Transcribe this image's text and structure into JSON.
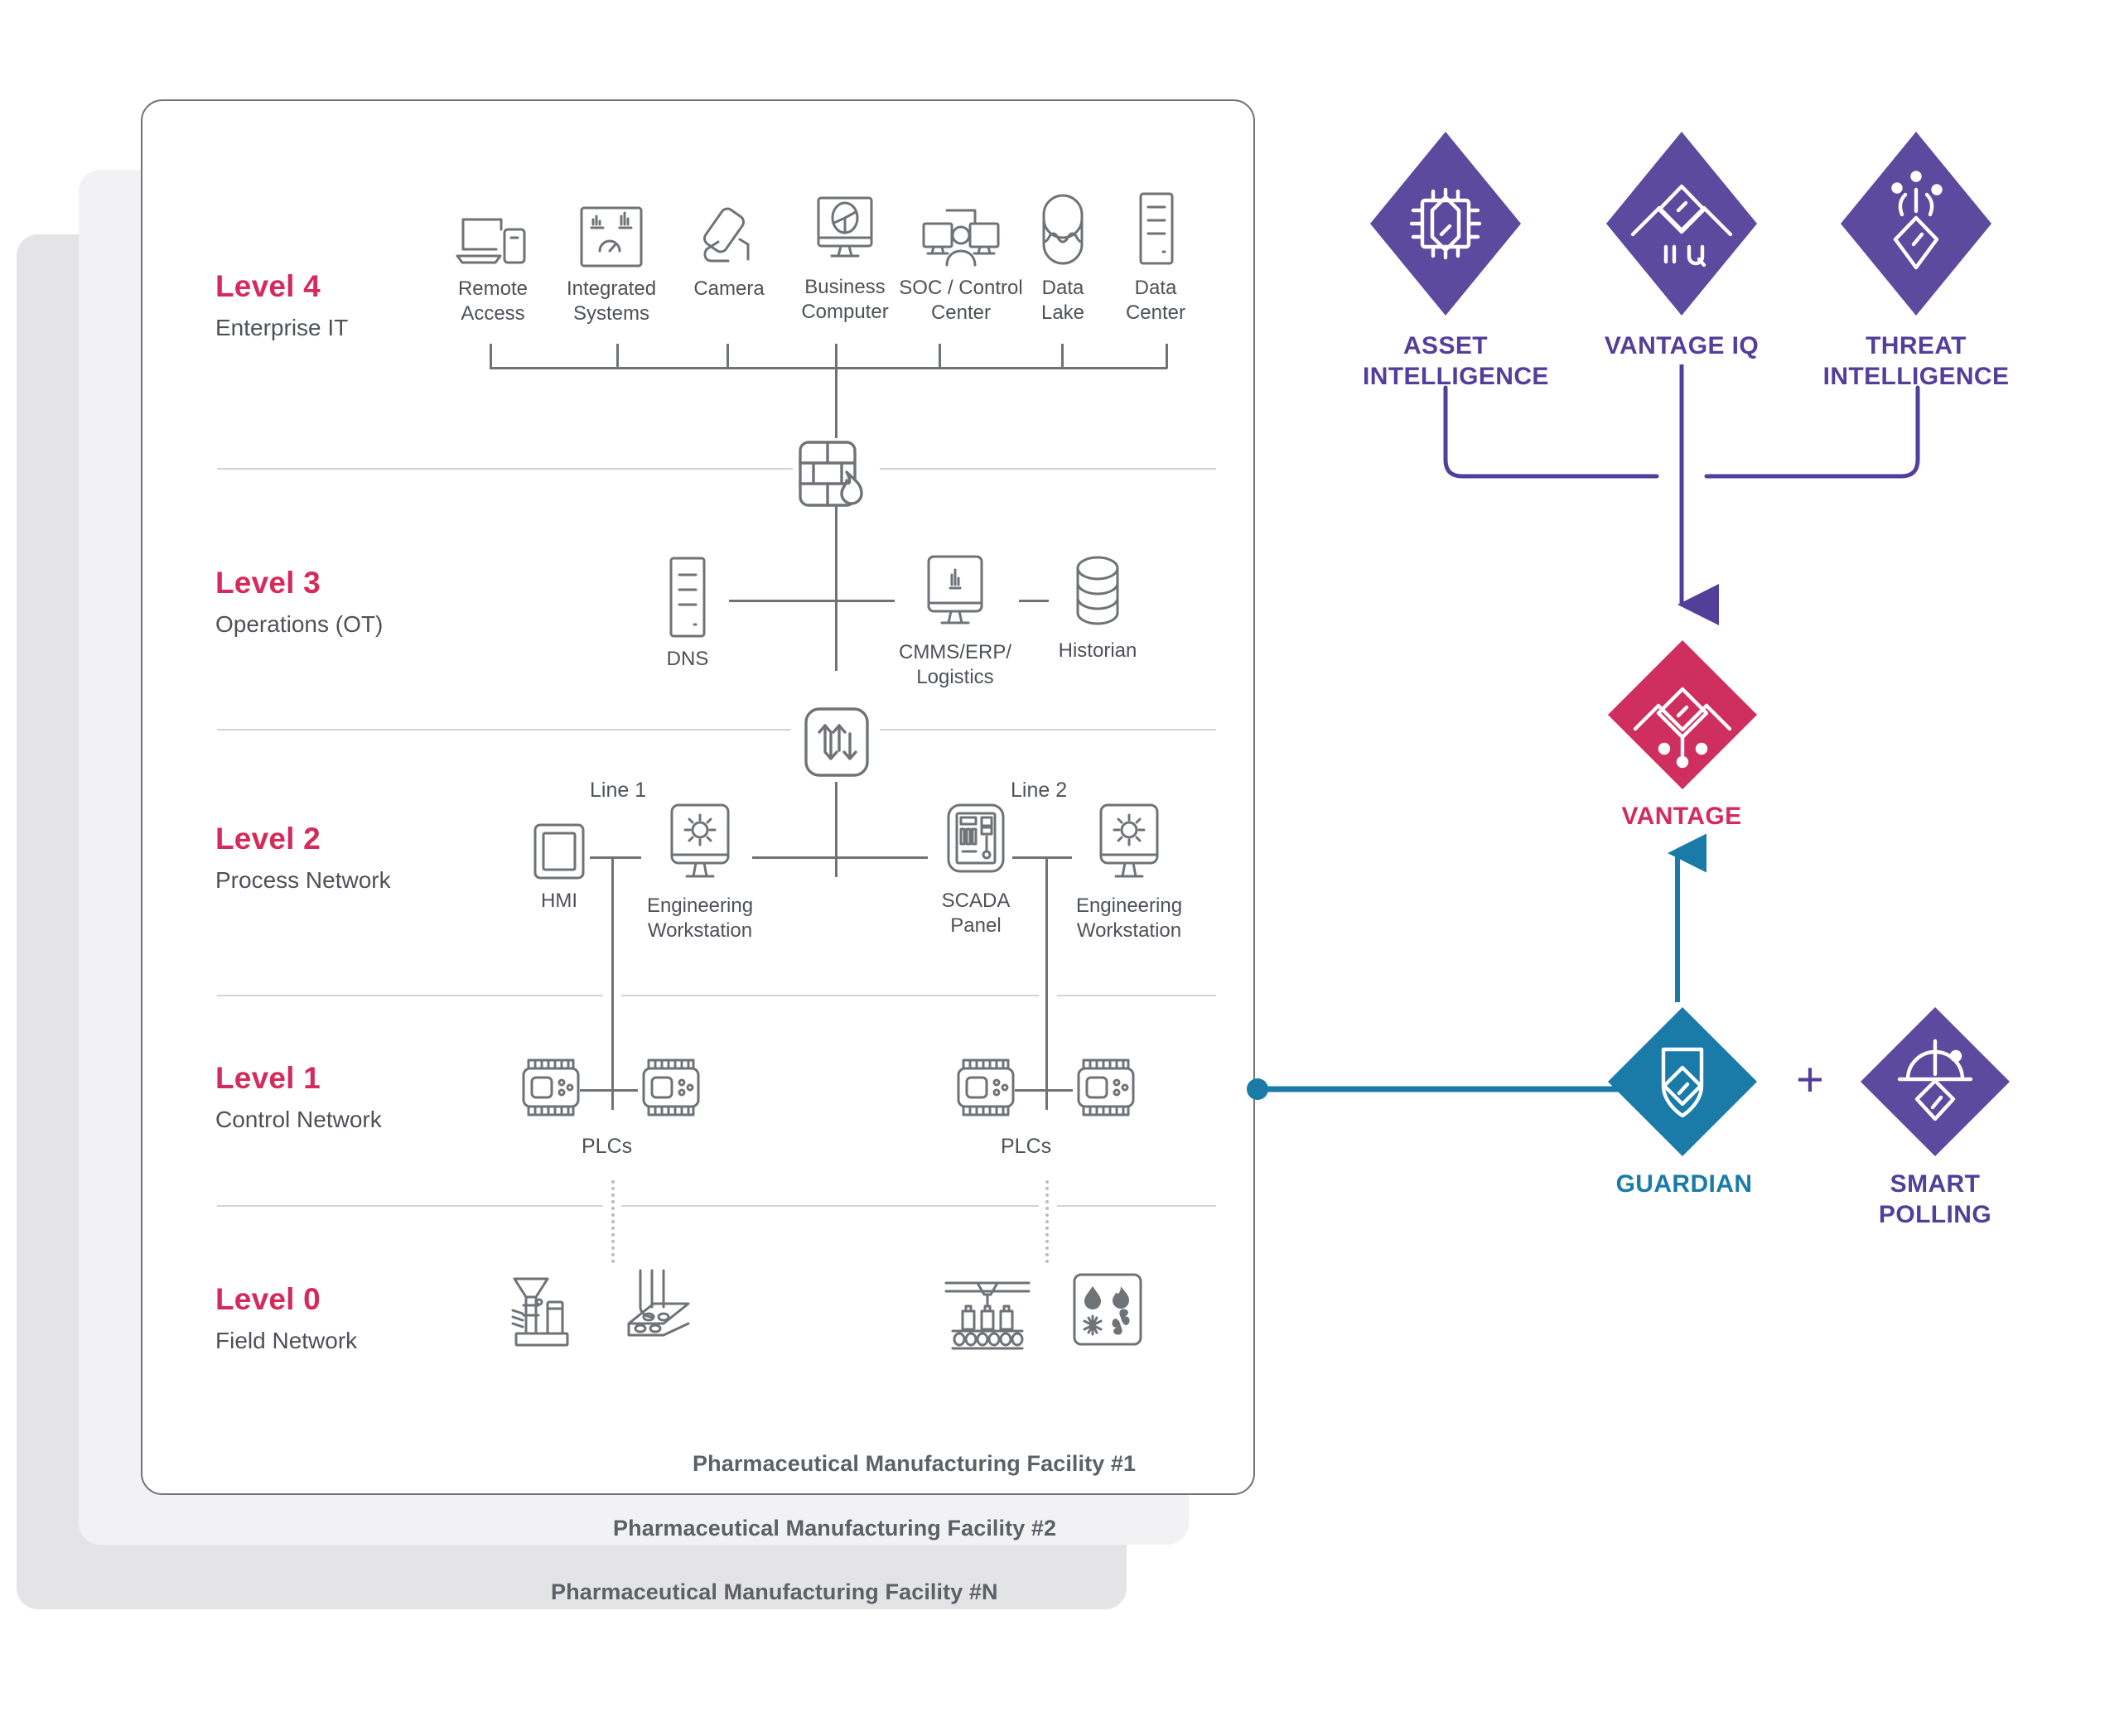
{
  "facility_cards": {
    "front": "Pharmaceutical Manufacturing Facility #1",
    "middle": "Pharmaceutical Manufacturing Facility #2",
    "back": "Pharmaceutical Manufacturing Facility #N"
  },
  "colors": {
    "level_accent": "#d42b5c",
    "purple": "#513f99",
    "purple_fill": "#5b4a9e",
    "crimson_fill": "#cf2f5f",
    "teal_fill": "#1a7ba8",
    "line_gray": "#6f7277",
    "divider": "#cfd3dd"
  },
  "levels": [
    {
      "title": "Level 4",
      "subtitle": "Enterprise IT"
    },
    {
      "title": "Level 3",
      "subtitle": "Operations (OT)"
    },
    {
      "title": "Level 2",
      "subtitle": "Process Network"
    },
    {
      "title": "Level 1",
      "subtitle": "Control Network"
    },
    {
      "title": "Level 0",
      "subtitle": "Field Network"
    }
  ],
  "level4_nodes": [
    {
      "icon": "remote-access-icon",
      "label": "Remote\nAccess"
    },
    {
      "icon": "integrated-systems-icon",
      "label": "Integrated\nSystems"
    },
    {
      "icon": "camera-icon",
      "label": "Camera"
    },
    {
      "icon": "business-computer-icon",
      "label": "Business\nComputer"
    },
    {
      "icon": "soc-control-center-icon",
      "label": "SOC / Control\nCenter"
    },
    {
      "icon": "data-lake-icon",
      "label": "Data\nLake"
    },
    {
      "icon": "data-center-icon",
      "label": "Data\nCenter"
    }
  ],
  "level3_nodes": [
    {
      "icon": "dns-server-icon",
      "label": "DNS"
    },
    {
      "icon": "cmms-erp-icon",
      "label": "CMMS/ERP/\nLogistics"
    },
    {
      "icon": "historian-icon",
      "label": "Historian"
    }
  ],
  "level3_devices": [
    {
      "icon": "firewall-icon",
      "label": ""
    },
    {
      "icon": "router-switch-icon",
      "label": ""
    }
  ],
  "level2_lines": [
    {
      "label": "Line 1"
    },
    {
      "label": "Line 2"
    }
  ],
  "level2_nodes": [
    {
      "icon": "hmi-icon",
      "label": "HMI"
    },
    {
      "icon": "engineering-workstation-icon",
      "label": "Engineering\nWorkstation"
    },
    {
      "icon": "scada-panel-icon",
      "label": "SCADA\nPanel"
    },
    {
      "icon": "engineering-workstation-icon",
      "label": "Engineering\nWorkstation"
    }
  ],
  "level1_nodes": [
    {
      "icon": "plc-icon",
      "label": ""
    },
    {
      "icon": "plc-icon",
      "label": ""
    },
    {
      "icon": "plc-icon",
      "label": ""
    },
    {
      "icon": "plc-icon",
      "label": ""
    }
  ],
  "level1_labels": [
    "PLCs",
    "PLCs"
  ],
  "level0_nodes": [
    {
      "icon": "granulator-icon",
      "label": ""
    },
    {
      "icon": "tablet-tray-icon",
      "label": ""
    },
    {
      "icon": "bottling-line-icon",
      "label": ""
    },
    {
      "icon": "hvac-utilities-icon",
      "label": ""
    }
  ],
  "products": {
    "top_row": [
      {
        "name": "asset-intelligence",
        "label": "ASSET\nINTELLIGENCE",
        "icon": "chip-diamond-icon",
        "color": "#5b4a9e"
      },
      {
        "name": "vantage-iq",
        "label": "VANTAGE IQ",
        "icon": "mountain-iq-icon",
        "color": "#5b4a9e"
      },
      {
        "name": "threat-intelligence",
        "label": "THREAT\nINTELLIGENCE",
        "icon": "threat-spark-icon",
        "color": "#5b4a9e"
      }
    ],
    "center": {
      "name": "vantage",
      "label": "VANTAGE",
      "icon": "mountain-dots-icon",
      "color": "#cf2f5f"
    },
    "bottom_row": [
      {
        "name": "guardian",
        "label": "GUARDIAN",
        "icon": "shield-diamond-icon",
        "color": "#1a7ba8"
      },
      {
        "name": "smart-polling",
        "label": "SMART\nPOLLING",
        "icon": "polling-target-icon",
        "color": "#5b4a9e"
      }
    ],
    "combiner": "+"
  }
}
